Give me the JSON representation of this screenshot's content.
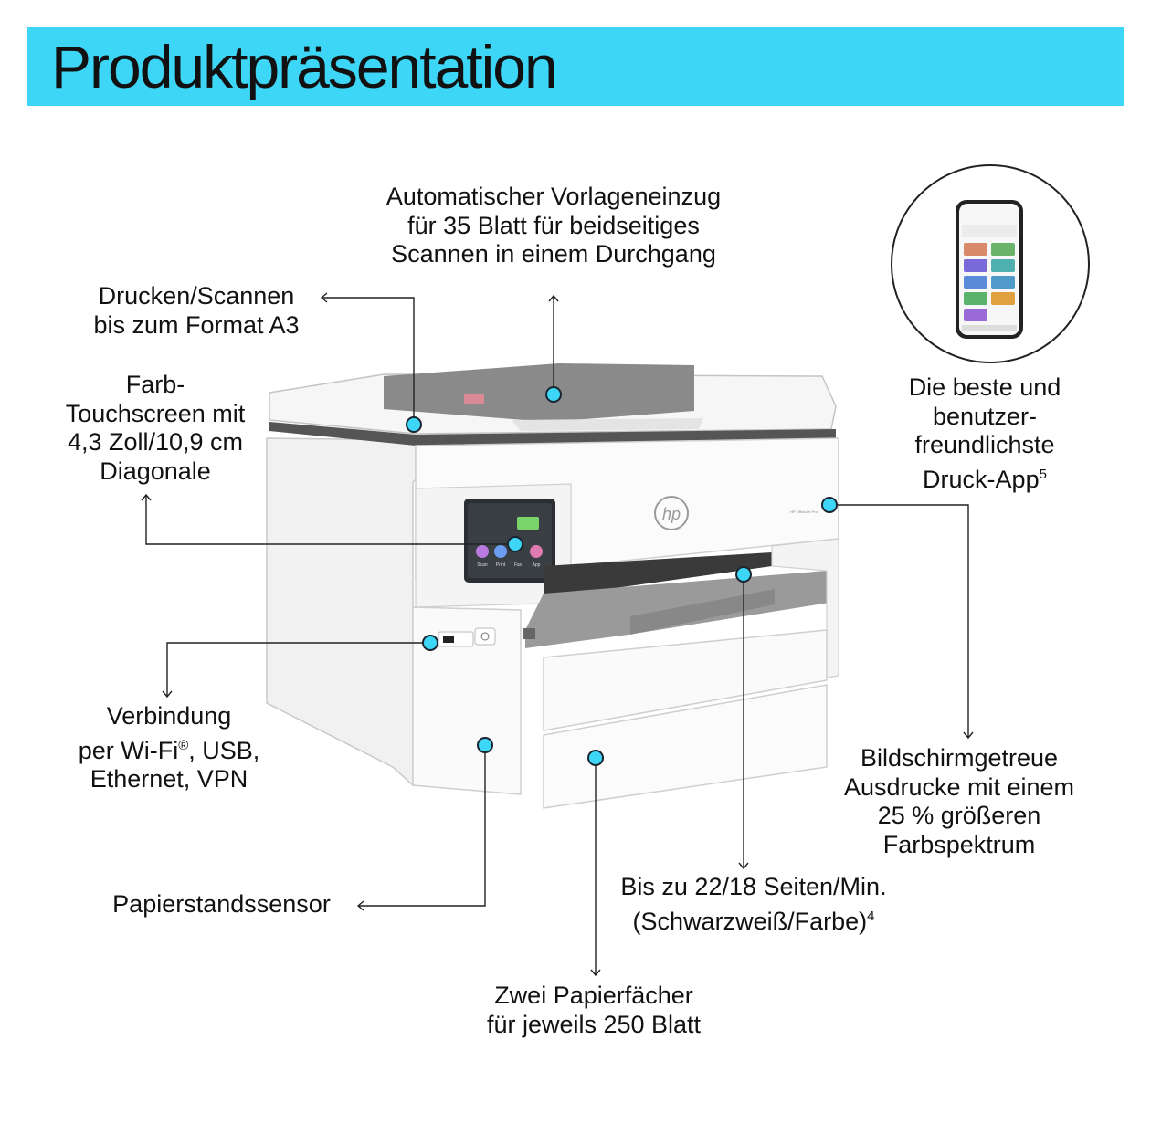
{
  "header": {
    "title": "Produktpräsentation"
  },
  "product": {
    "brand_logo": "hp",
    "model_text": "HP OfficeJet Pro"
  },
  "callouts": {
    "adf": [
      "Automatischer Vorlageneinzug",
      "für 35 Blatt für beidseitiges",
      "Scannen in einem Durchgang"
    ],
    "a3": [
      "Drucken/Scannen",
      "bis zum Format A3"
    ],
    "touchscreen": [
      "Farb-",
      "Touchscreen mit",
      "4,3 Zoll/10,9 cm",
      "Diagonale"
    ],
    "app": [
      "Die beste und",
      "benutzer-",
      "freundlichste",
      "Druck-App"
    ],
    "app_footnote": "5",
    "connectivity_1": "Verbindung",
    "connectivity_2a": "per Wi-Fi",
    "connectivity_reg": "®",
    "connectivity_2b": ", USB,",
    "connectivity_3": "Ethernet, VPN",
    "color": [
      "Bildschirmgetreue",
      "Ausdrucke mit einem",
      "25 % größeren",
      "Farbspektrum"
    ],
    "paper_sensor": "Papierstandssensor",
    "speed_1": "Bis zu 22/18 Seiten/Min.",
    "speed_2": "(Schwarzweiß/Farbe)",
    "speed_footnote": "4",
    "trays": [
      "Zwei Papierfächer",
      "für jeweils 250 Blatt"
    ]
  },
  "screen_buttons": [
    "Scan",
    "Print",
    "Fax",
    "App"
  ]
}
